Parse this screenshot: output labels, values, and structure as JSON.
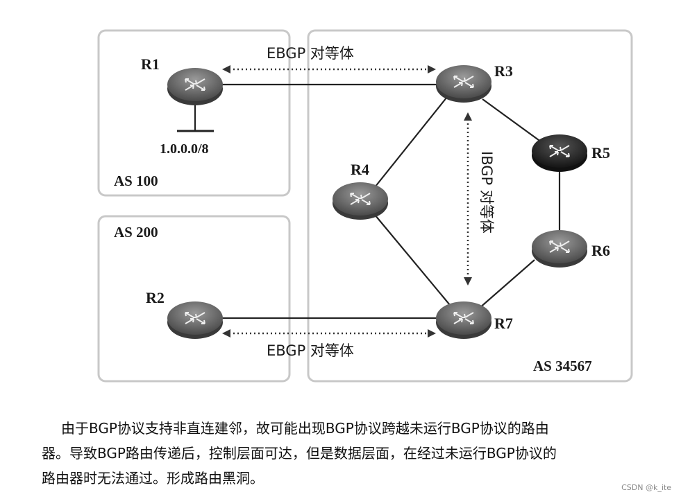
{
  "diagram": {
    "as_labels": {
      "as100": "AS 100",
      "as200": "AS 200",
      "as34567": "AS 34567"
    },
    "routers": {
      "r1": "R1",
      "r2": "R2",
      "r3": "R3",
      "r4": "R4",
      "r5": "R5",
      "r6": "R6",
      "r7": "R7"
    },
    "network_label": "1.0.0.0/8",
    "peer_labels": {
      "ebgp_top": "EBGP 对等体",
      "ebgp_bottom": "EBGP 对等体",
      "ibgp": "IBGP 对等体"
    }
  },
  "caption": "由于BGP协议支持非直连建邻，故可能出现BGP协议跨越未运行BGP协议的路由器。导致BGP路由传递后，控制层面可达，但是数据层面，在经过未运行BGP协议的路由器时无法通过。形成路由黑洞。",
  "watermark": "CSDN @k_ite"
}
